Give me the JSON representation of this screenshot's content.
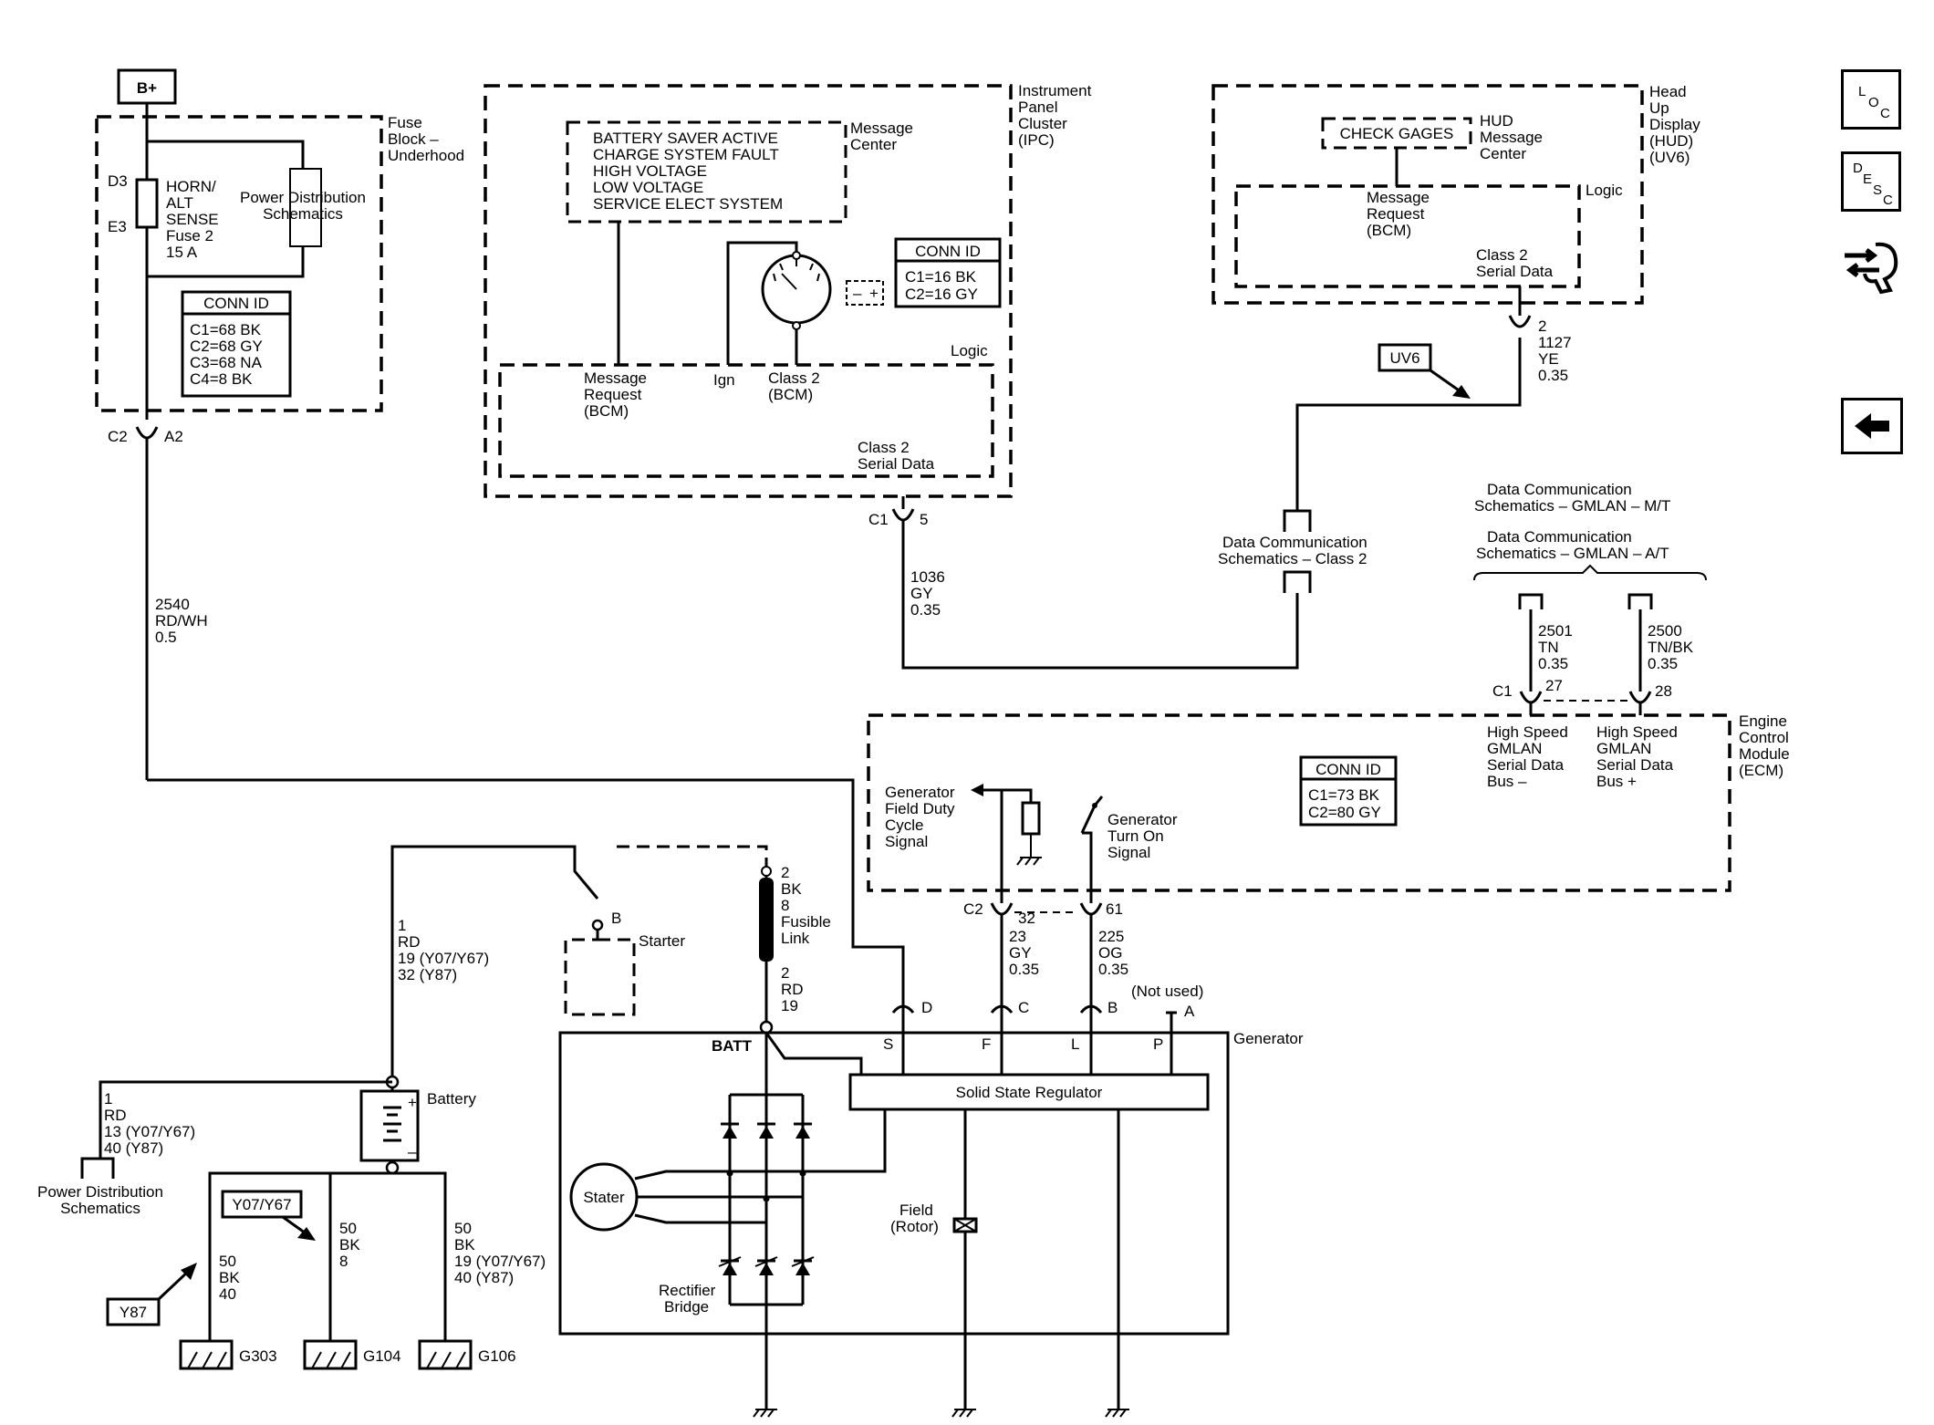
{
  "power": {
    "b_plus": "B+"
  },
  "fuse_block": {
    "title_lines": [
      "Fuse",
      "Block –",
      "Underhood"
    ],
    "pin_top": "D3",
    "pin_bottom": "E3",
    "fuse_label_lines": [
      "HORN/",
      "ALT",
      "SENSE",
      "Fuse 2",
      "15 A"
    ],
    "power_dist_lines": [
      "Power Distribution",
      "Schematics"
    ],
    "conn_title": "CONN ID",
    "conn_lines": [
      "C1=68 BK",
      "C2=68 GY",
      "C3=68 NA",
      "C4=8 BK"
    ],
    "out_conn": "C2",
    "out_pin": "A2"
  },
  "wire_2540": [
    "2540",
    "RD/WH",
    "0.5"
  ],
  "ipc": {
    "title_lines": [
      "Instrument",
      "Panel",
      "Cluster",
      "(IPC)"
    ],
    "messages": [
      "BATTERY SAVER ACTIVE",
      "CHARGE SYSTEM FAULT",
      "HIGH VOLTAGE",
      "LOW VOLTAGE",
      "SERVICE ELECT SYSTEM"
    ],
    "message_center_lines": [
      "Message",
      "Center"
    ],
    "conn_title": "CONN ID",
    "conn_lines": [
      "C1=16 BK",
      "C2=16 GY"
    ],
    "logic": "Logic",
    "msg_request_lines": [
      "Message",
      "Request",
      "(BCM)"
    ],
    "ign": "Ign",
    "class2_bcm_lines": [
      "Class 2",
      "(BCM)"
    ],
    "serial_lines": [
      "Class 2",
      "Serial Data"
    ],
    "out_conn": "C1",
    "out_pin": "5"
  },
  "wire_1036": [
    "1036",
    "GY",
    "0.35"
  ],
  "hud": {
    "title_lines": [
      "Head",
      "Up",
      "Display",
      "(HUD)",
      "(UV6)"
    ],
    "check_gages": "CHECK GAGES",
    "hud_msg_lines": [
      "HUD",
      "Message",
      "Center"
    ],
    "logic": "Logic",
    "msg_request_lines": [
      "Message",
      "Request",
      "(BCM)"
    ],
    "serial_lines": [
      "Class 2",
      "Serial Data"
    ],
    "pin": "2"
  },
  "wire_1127": [
    "1127",
    "YE",
    "0.35"
  ],
  "uv6_tag": "UV6",
  "data_comm_class2_lines": [
    "Data Communication",
    "Schematics – Class 2"
  ],
  "gmlan_mt_lines": [
    "Data Communication",
    "Schematics – GMLAN – M/T"
  ],
  "gmlan_at_lines": [
    "Data Communication",
    "Schematics – GMLAN – A/T"
  ],
  "wire_2501": [
    "2501",
    "TN",
    "0.35"
  ],
  "wire_2500": [
    "2500",
    "TN/BK",
    "0.35"
  ],
  "ecm": {
    "title_lines": [
      "Engine",
      "Control",
      "Module",
      "(ECM)"
    ],
    "conn1": "C1",
    "pin27": "27",
    "pin28": "28",
    "hs_minus_lines": [
      "High Speed",
      "GMLAN",
      "Serial Data",
      "Bus –"
    ],
    "hs_plus_lines": [
      "High Speed",
      "GMLAN",
      "Serial Data",
      "Bus +"
    ],
    "conn_title": "CONN ID",
    "conn_lines": [
      "C1=73 BK",
      "C2=80 GY"
    ],
    "field_duty_lines": [
      "Generator",
      "Field Duty",
      "Cycle",
      "Signal"
    ],
    "turn_on_lines": [
      "Generator",
      "Turn On",
      "Signal"
    ],
    "conn2": "C2",
    "pin32": "32",
    "pin61": "61"
  },
  "wire_23": [
    "23",
    "GY",
    "0.35"
  ],
  "wire_225": [
    "225",
    "OG",
    "0.35"
  ],
  "wire_1": [
    "1",
    "RD",
    "19 (Y07/Y67)",
    "32 (Y87)"
  ],
  "starter": {
    "label": "Starter",
    "terminal": "B"
  },
  "fusible_link": {
    "top_lines": [
      "2",
      "BK",
      "8",
      "Fusible",
      "Link"
    ],
    "bottom_lines": [
      "2",
      "RD",
      "19"
    ]
  },
  "generator": {
    "title": "Generator",
    "not_used": "(Not used)",
    "terminals_outer": [
      "D",
      "C",
      "B",
      "A"
    ],
    "terminals_inner": [
      "S",
      "F",
      "L",
      "P"
    ],
    "batt": "BATT",
    "regulator": "Solid State Regulator",
    "stator": "Stater",
    "field_lines": [
      "Field",
      "(Rotor)"
    ],
    "rectifier_lines": [
      "Rectifier",
      "Bridge"
    ]
  },
  "battery": {
    "label": "Battery"
  },
  "wire_bat_pd": [
    "1",
    "RD",
    "13 (Y07/Y67)",
    "40 (Y87)"
  ],
  "power_dist_bottom_lines": [
    "Power Distribution",
    "Schematics"
  ],
  "tag_y07": "Y07/Y67",
  "tag_y87": "Y87",
  "wire_g303": [
    "50",
    "BK",
    "40"
  ],
  "wire_g104": [
    "50",
    "BK",
    "8"
  ],
  "wire_g106": [
    "50",
    "BK",
    "19 (Y07/Y67)",
    "40 (Y87)"
  ],
  "grounds": [
    "G303",
    "G104",
    "G106"
  ],
  "nav_icons": [
    "loc-icon",
    "desc-icon",
    "connector-icon",
    "back-arrow-icon"
  ]
}
